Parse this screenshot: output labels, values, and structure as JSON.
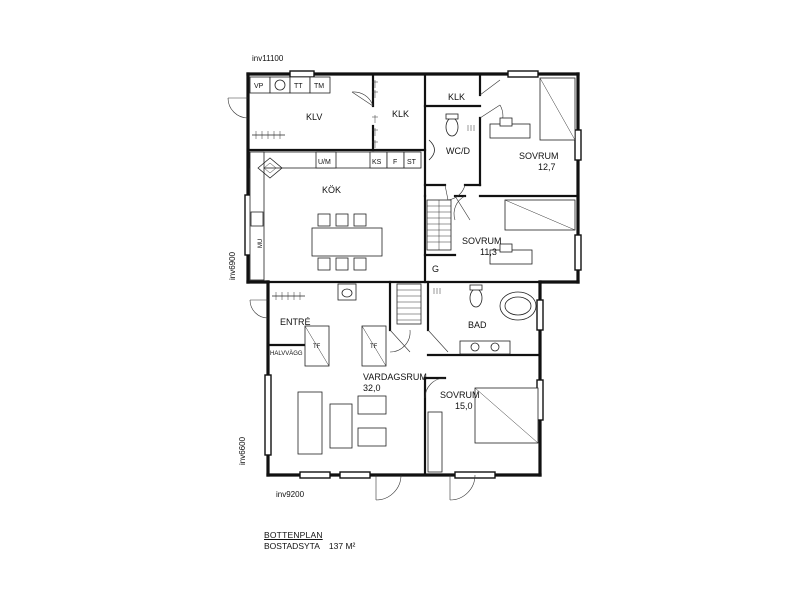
{
  "dimensions": {
    "top": "inv11100",
    "left_upper": "inv6900",
    "left_lower": "inv6600",
    "bottom": "inv9200"
  },
  "rooms": {
    "klv": "KLV",
    "klk_1": "KLK",
    "klk_2": "KLK",
    "kok": "KÖK",
    "wc": "WC/D",
    "sovrum_1": "SOVRUM",
    "sovrum_1_area": "12,7",
    "sovrum_2": "SOVRUM",
    "sovrum_2_area": "11,3",
    "entre": "ENTRÉ",
    "halvvagg": "HALVVÄGG",
    "bad": "BAD",
    "vardagsrum": "VARDAGSRUM",
    "vardagsrum_area": "32,0",
    "sovrum_3": "SOVRUM",
    "sovrum_3_area": "15,0",
    "garage_g": "G"
  },
  "fixtures": {
    "vp": "VP",
    "tt": "TT",
    "tm": "TM",
    "um": "U/M",
    "ks": "KS",
    "f": "F",
    "st": "ST",
    "tf_1": "TF",
    "tf_2": "TF",
    "micro": "MU"
  },
  "caption": {
    "title": "BOTTENPLAN",
    "area_label": "BOSTADSYTA",
    "area_value": "137 M²"
  }
}
